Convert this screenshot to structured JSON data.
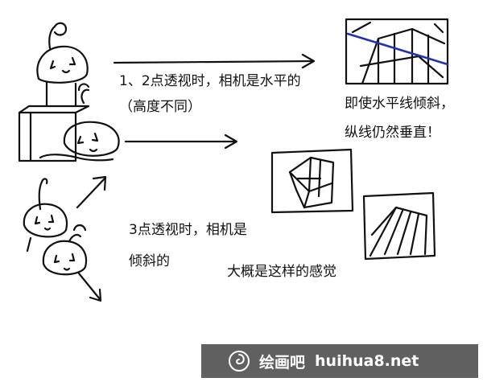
{
  "labels": {
    "horizontal_camera_line1": "1、2点透视时，相机是水平的",
    "horizontal_camera_line2": "（高度不同）",
    "result_line1": "即使水平线倾斜，",
    "result_line2": "纵线仍然垂直！",
    "tilted_camera_line1": "3点透视时，相机是",
    "tilted_camera_line2": "倾斜的",
    "feeling": "大概是这样的感觉"
  },
  "watermark": {
    "name": "绘画吧",
    "url": "huihua8.net"
  },
  "colors": {
    "ink": "#111111",
    "horizon_line": "#2233aa",
    "watermark_bg": "#555555"
  }
}
